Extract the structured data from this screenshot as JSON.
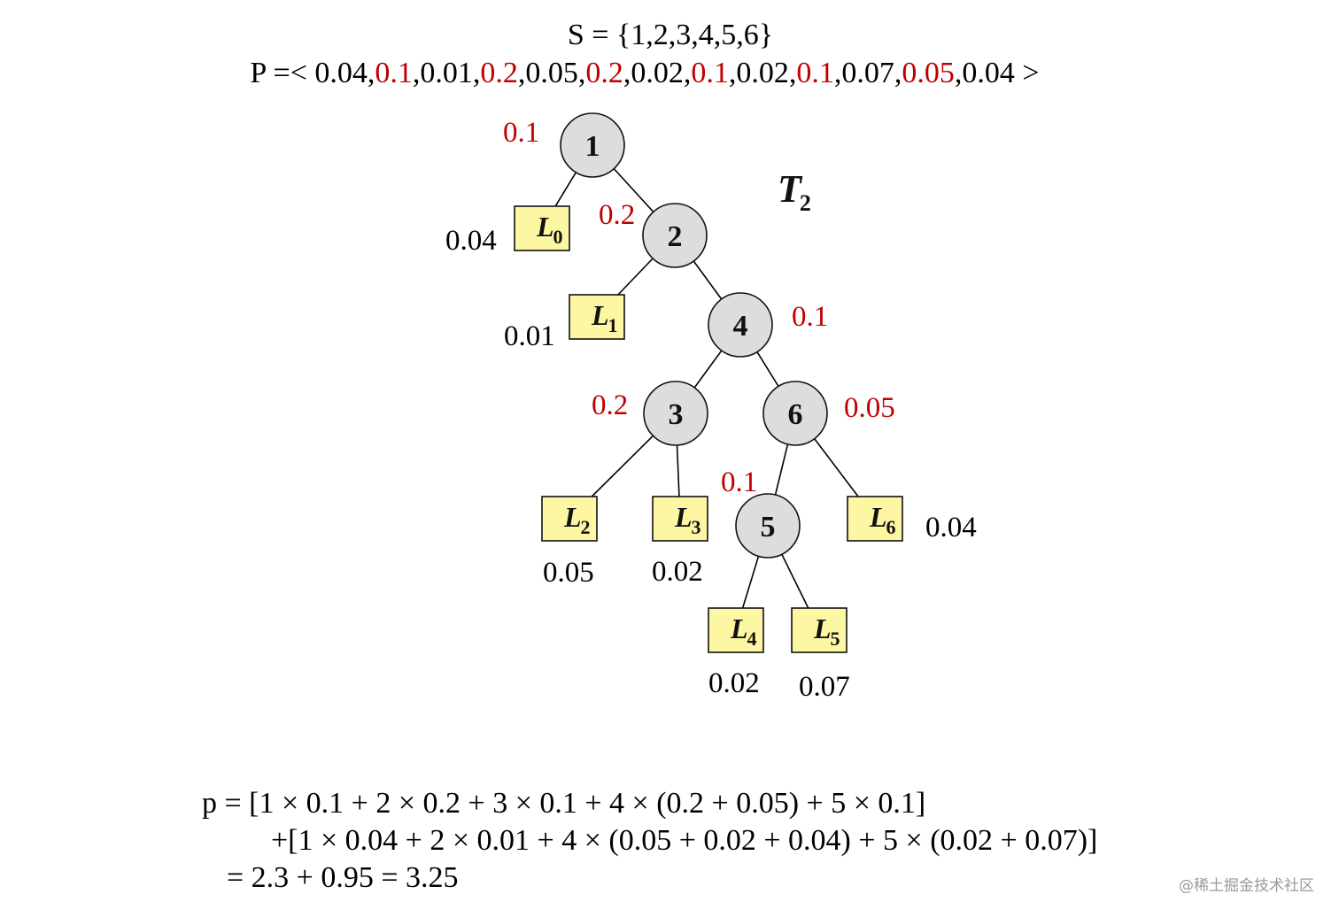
{
  "header": {
    "set_line": "S = {1,2,3,4,5,6}",
    "p_prefix": "P =<",
    "p_suffix": ">",
    "p_values": [
      "0.04",
      "0.1",
      "0.01",
      "0.2",
      "0.05",
      "0.2",
      "0.02",
      "0.1",
      "0.02",
      "0.1",
      "0.07",
      "0.05",
      "0.04"
    ],
    "red_color": "#c00000"
  },
  "tree": {
    "title": "T",
    "title_sub": "2",
    "nodes": [
      {
        "id": "1",
        "label": "1",
        "prob": "0.1"
      },
      {
        "id": "2",
        "label": "2",
        "prob": "0.2"
      },
      {
        "id": "4",
        "label": "4",
        "prob": "0.1"
      },
      {
        "id": "3",
        "label": "3",
        "prob": "0.2"
      },
      {
        "id": "6",
        "label": "6",
        "prob": "0.05"
      },
      {
        "id": "5",
        "label": "5",
        "prob": "0.1"
      }
    ],
    "leaves": [
      {
        "id": "L0",
        "label": "L",
        "sub": "0",
        "prob": "0.04"
      },
      {
        "id": "L1",
        "label": "L",
        "sub": "1",
        "prob": "0.01"
      },
      {
        "id": "L2",
        "label": "L",
        "sub": "2",
        "prob": "0.05"
      },
      {
        "id": "L3",
        "label": "L",
        "sub": "3",
        "prob": "0.02"
      },
      {
        "id": "L4",
        "label": "L",
        "sub": "4",
        "prob": "0.02"
      },
      {
        "id": "L5",
        "label": "L",
        "sub": "5",
        "prob": "0.07"
      },
      {
        "id": "L6",
        "label": "L",
        "sub": "6",
        "prob": "0.04"
      }
    ],
    "edges": [
      [
        "1",
        "L0"
      ],
      [
        "1",
        "2"
      ],
      [
        "2",
        "L1"
      ],
      [
        "2",
        "4"
      ],
      [
        "4",
        "3"
      ],
      [
        "4",
        "6"
      ],
      [
        "3",
        "L2"
      ],
      [
        "3",
        "L3"
      ],
      [
        "6",
        "5"
      ],
      [
        "6",
        "L6"
      ],
      [
        "5",
        "L4"
      ],
      [
        "5",
        "L5"
      ]
    ],
    "node_fill": "#dedcdc",
    "leaf_fill": "#fdf6a3"
  },
  "formula": {
    "line1": "p =  [1 × 0.1 + 2 × 0.2 + 3 × 0.1 + 4 × (0.2 + 0.05) + 5 × 0.1]",
    "line2": "+[1 × 0.04 + 2 × 0.01 + 4 × (0.05 + 0.02 + 0.04) + 5 × (0.02 + 0.07)]",
    "line3": "=  2.3 + 0.95 = 3.25"
  },
  "watermark": "@稀土掘金技术社区"
}
